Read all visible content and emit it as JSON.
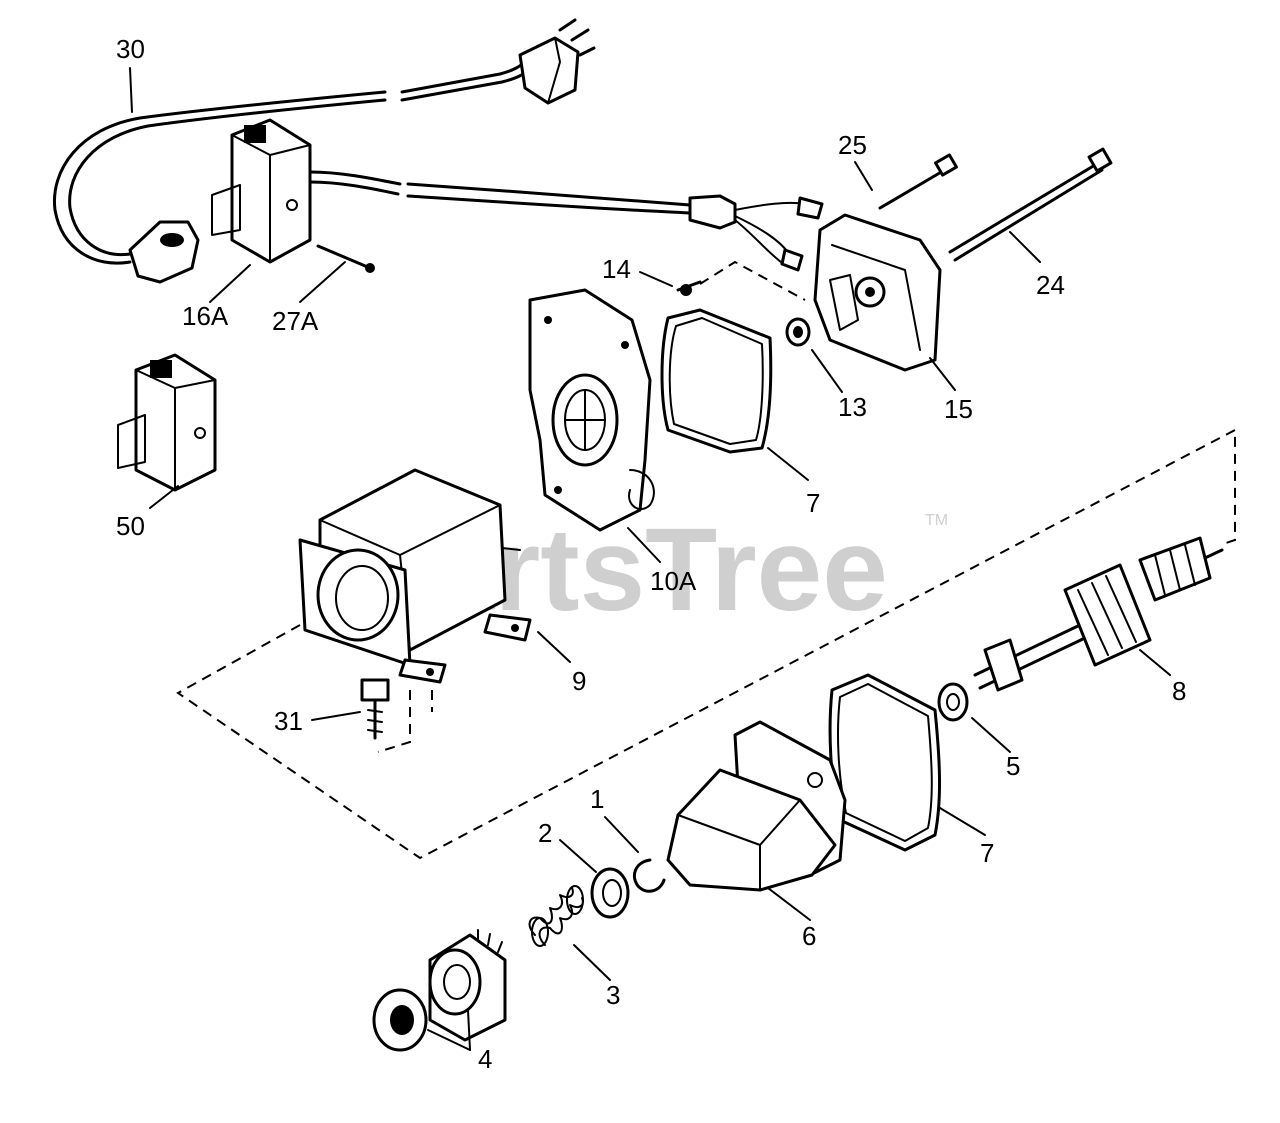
{
  "watermark": {
    "text": "PartsTree",
    "trademark": "TM"
  },
  "callouts": [
    {
      "id": "30",
      "text": "30"
    },
    {
      "id": "16A",
      "text": "16A"
    },
    {
      "id": "27A",
      "text": "27A"
    },
    {
      "id": "50",
      "text": "50"
    },
    {
      "id": "25",
      "text": "25"
    },
    {
      "id": "24",
      "text": "24"
    },
    {
      "id": "14",
      "text": "14"
    },
    {
      "id": "13",
      "text": "13"
    },
    {
      "id": "15",
      "text": "15"
    },
    {
      "id": "7a",
      "text": "7"
    },
    {
      "id": "10A",
      "text": "10A"
    },
    {
      "id": "9",
      "text": "9"
    },
    {
      "id": "31",
      "text": "31"
    },
    {
      "id": "8",
      "text": "8"
    },
    {
      "id": "5",
      "text": "5"
    },
    {
      "id": "7b",
      "text": "7"
    },
    {
      "id": "6",
      "text": "6"
    },
    {
      "id": "1",
      "text": "1"
    },
    {
      "id": "2",
      "text": "2"
    },
    {
      "id": "3",
      "text": "3"
    },
    {
      "id": "4",
      "text": "4"
    }
  ]
}
